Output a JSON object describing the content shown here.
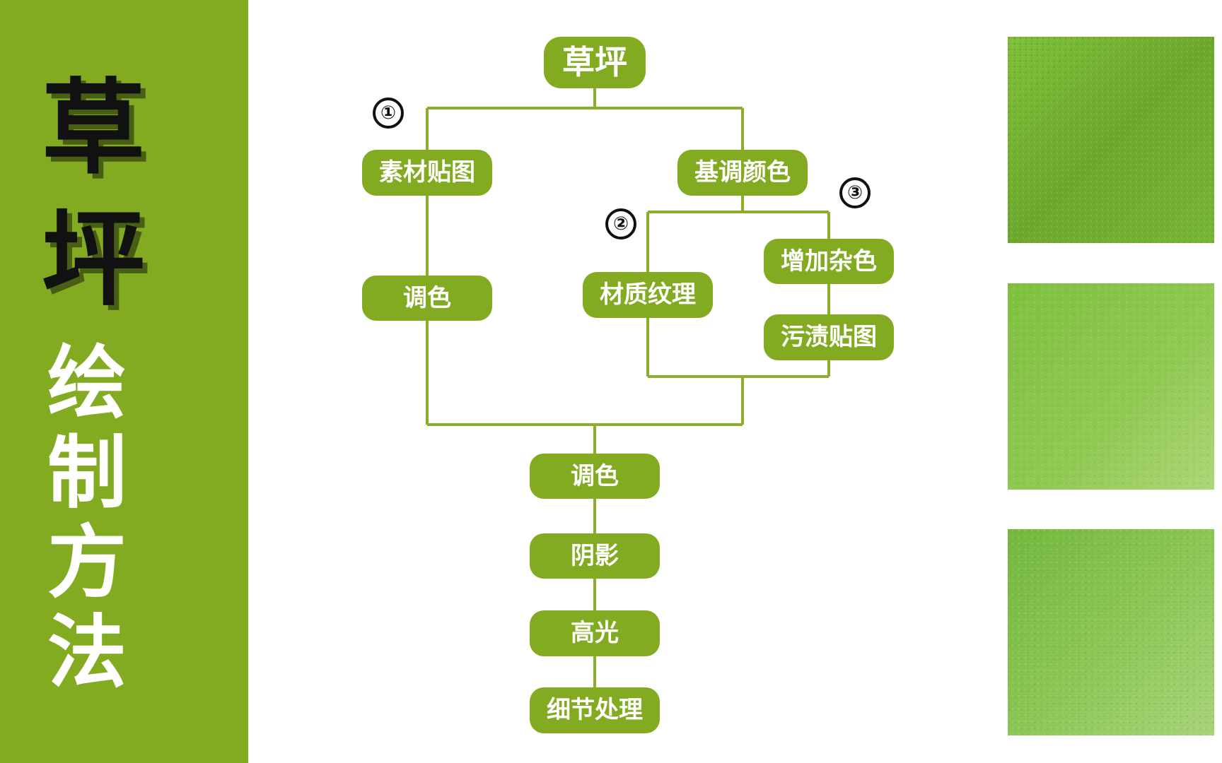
{
  "colors": {
    "accent": "#83ab22",
    "line": "#8aad2c",
    "title": "#111111",
    "swatch_dark": "#6ea92e",
    "swatch_light": "#9fce55"
  },
  "side": {
    "title_chars": [
      "草",
      "坪"
    ],
    "subtitle_chars": [
      "绘",
      "制",
      "方",
      "法"
    ]
  },
  "diagram": {
    "root": "草坪",
    "branch1": {
      "marker": "①",
      "nodes": [
        "素材贴图",
        "调色"
      ]
    },
    "branch_main": {
      "node": "基调颜色"
    },
    "branch2": {
      "marker": "②",
      "node": "材质纹理"
    },
    "branch3": {
      "marker": "③",
      "nodes": [
        "增加杂色",
        "污渍贴图"
      ]
    },
    "trunk": [
      "调色",
      "阴影",
      "高光",
      "细节处理"
    ]
  },
  "swatches": [
    {
      "icon": "grass-texture-image"
    },
    {
      "icon": "grass-gradient-image"
    },
    {
      "icon": "grass-gradient-image"
    }
  ]
}
